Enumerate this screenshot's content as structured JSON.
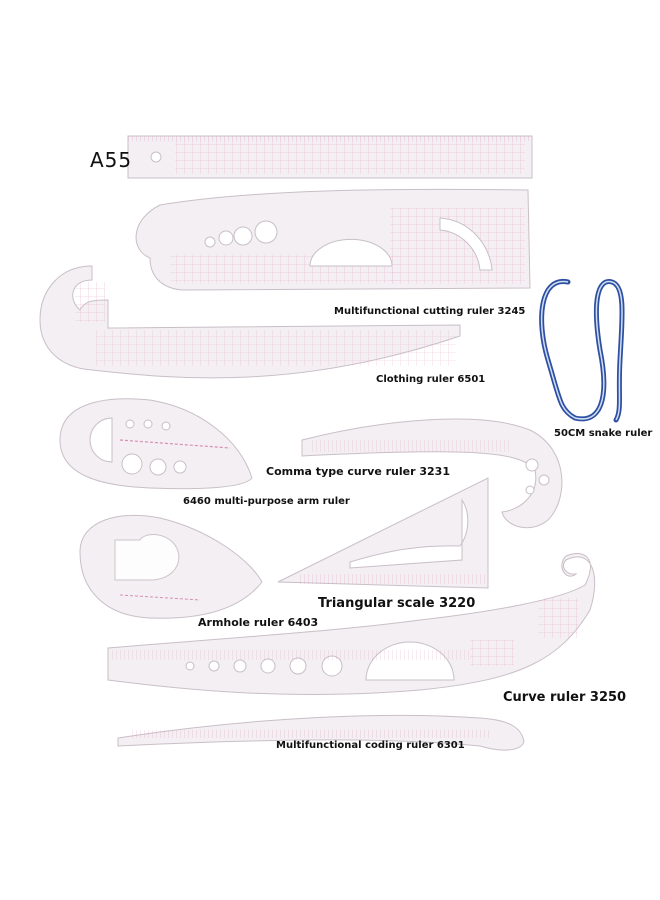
{
  "colors": {
    "ruler_fill": "#f3eff2",
    "ruler_edge": "#c9bfc7",
    "grid_line": "#e2a8c4",
    "snake_blue": "#2f4fa3",
    "text": "#111111"
  },
  "rulers": [
    {
      "id": "a55",
      "label": "A55"
    },
    {
      "id": "cutting",
      "label": "Multifunctional cutting ruler 3245"
    },
    {
      "id": "clothing",
      "label": "Clothing ruler 6501"
    },
    {
      "id": "snake",
      "label": "50CM snake ruler"
    },
    {
      "id": "comma",
      "label": "Comma type curve ruler 3231"
    },
    {
      "id": "arm",
      "label": "6460 multi-purpose arm ruler"
    },
    {
      "id": "armhole",
      "label": "Armhole ruler 6403"
    },
    {
      "id": "triangular",
      "label": "Triangular scale 3220"
    },
    {
      "id": "curve",
      "label": "Curve ruler 3250"
    },
    {
      "id": "coding",
      "label": "Multifunctional coding ruler 6301"
    }
  ]
}
